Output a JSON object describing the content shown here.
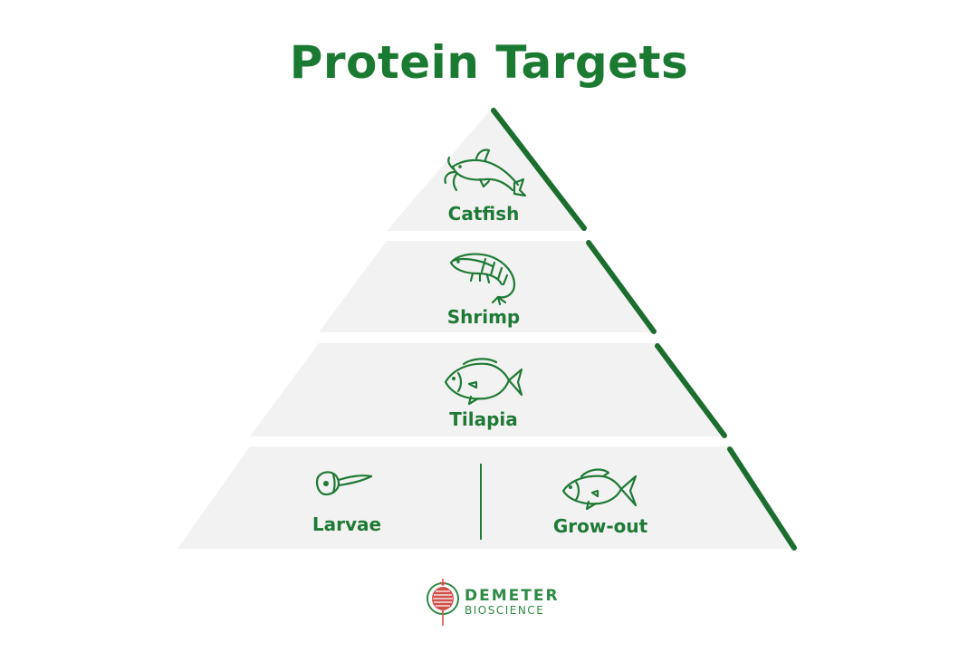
{
  "title": "Protein Targets",
  "tiers": [
    {
      "label": "Catfish",
      "icon": "catfish-icon"
    },
    {
      "label": "Shrimp",
      "icon": "shrimp-icon"
    },
    {
      "label": "Tilapia",
      "icon": "tilapia-icon"
    },
    {
      "left_label": "Larvae",
      "left_icon": "larvae-icon",
      "right_label": "Grow-out",
      "right_icon": "fish-icon"
    }
  ],
  "brand": {
    "name": "DEMETER",
    "sub": "BIOSCIENCE",
    "logo": "demeter-logo-icon"
  },
  "colors": {
    "accent": "#1b7a31",
    "tier_fill": "#f2f2f2",
    "logo_red": "#d0504a"
  }
}
